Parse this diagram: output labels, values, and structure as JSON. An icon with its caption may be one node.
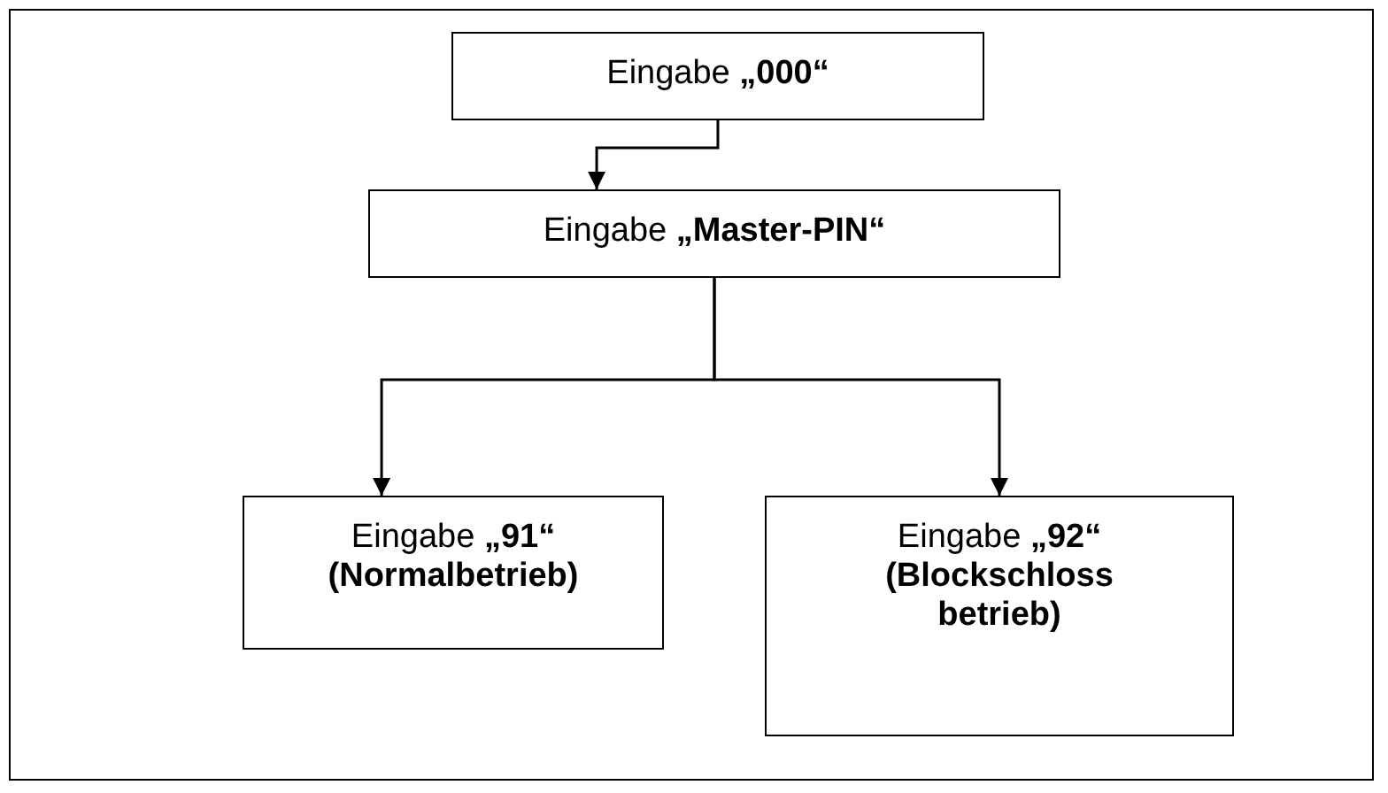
{
  "diagram": {
    "nodes": [
      {
        "text": [
          "Eingabe **„000“**"
        ]
      },
      {
        "text": [
          "Eingabe **„Master-PIN“**"
        ]
      },
      {
        "text": [
          "Eingabe **„91“**",
          "(Normalbetrieb)"
        ]
      },
      {
        "text": [
          "Eingabe **„92“**",
          "(Blockschloss betrieb)"
        ]
      }
    ],
    "edges": [
      {
        "from": 0,
        "to": 1,
        "arrow": "to"
      },
      {
        "from": 1,
        "to": 2,
        "arrow": "to"
      },
      {
        "from": 1,
        "to": 3,
        "arrow": "to"
      }
    ]
  }
}
